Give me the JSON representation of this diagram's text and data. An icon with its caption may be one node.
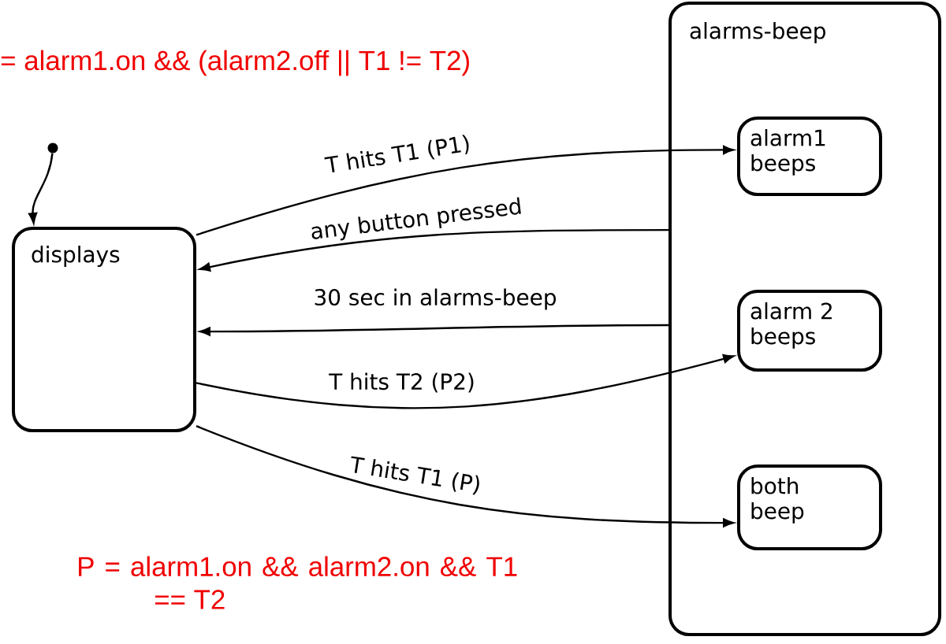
{
  "diagram": {
    "nodes": [
      {
        "text": [
          "displays"
        ]
      },
      {
        "text": [
          "alarms-beep"
        ]
      },
      {
        "text": [
          "alarm1 beeps"
        ],
        "in": 1
      },
      {
        "text": [
          "alarm 2 beeps"
        ],
        "in": 1
      },
      {
        "text": [
          "both beep"
        ],
        "in": 1
      },
      {
        "text": [],
        "shape": "circle"
      }
    ],
    "edges": [
      {
        "from": 5,
        "to": 0,
        "arrow": "to"
      },
      {
        "from": 0,
        "to": 2,
        "arrow": "to",
        "label": "T hits T1 (P1)"
      },
      {
        "from": 1,
        "to": 0,
        "arrow": "to",
        "label": "any button pressed"
      },
      {
        "from": 1,
        "to": 0,
        "arrow": "to",
        "label": "30 sec in alarms-beep"
      },
      {
        "from": 0,
        "to": 3,
        "arrow": "to",
        "label": "T hits T2 (P2)"
      },
      {
        "from": 0,
        "to": 4,
        "arrow": "to",
        "label": "T hits T1 (P)"
      }
    ],
    "labels": [
      "= alarm1.on && (alarm2.off || T1 != T2)",
      "P = alarm1.on && alarm2.on && T1 == T2"
    ]
  }
}
